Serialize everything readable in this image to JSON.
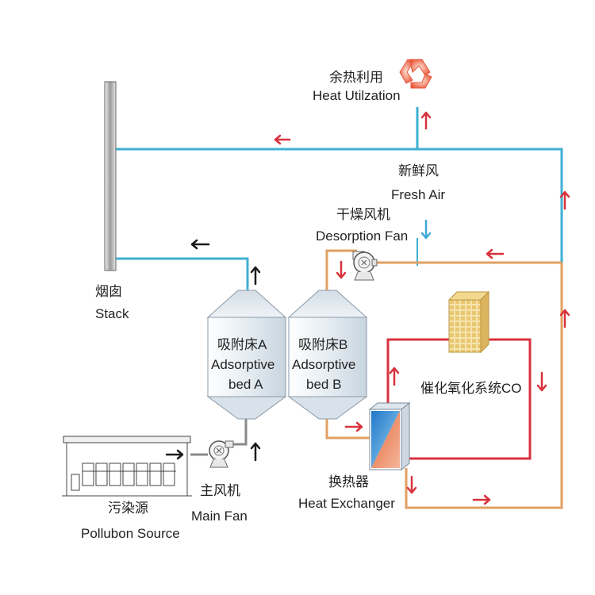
{
  "labels": {
    "heat_util_cn": "余热利用",
    "heat_util_en": "Heat Utilzation",
    "fresh_air_cn": "新鲜风",
    "fresh_air_en": "Fresh Air",
    "desorption_fan_cn": "干燥风机",
    "desorption_fan_en": "Desorption Fan",
    "stack_cn": "烟囱",
    "stack_en": "Stack",
    "bed_a_cn": "吸附床A",
    "bed_a_en1": "Adsorptive",
    "bed_a_en2": "bed A",
    "bed_b_cn": "吸附床B",
    "bed_b_en1": "Adsorptive",
    "bed_b_en2": "bed B",
    "co_system": "催化氧化系统CO",
    "heat_exchanger_cn": "换热器",
    "heat_exchanger_en": "Heat Exchanger",
    "main_fan_cn": "主风机",
    "main_fan_en": "Main Fan",
    "pollution_cn": "污染源",
    "pollution_en": "Pollubon Source"
  },
  "colors": {
    "cyan_pipe": "#3fb0d2",
    "orange_pipe": "#e1a062",
    "red_pipe": "#d8323c",
    "gray_pipe": "#8a8a8a",
    "arrow_red": "#d8323c",
    "arrow_black": "#1a1a1a",
    "arrow_blue": "#3fa6d8"
  },
  "icons": {
    "recycle": "recycle-icon",
    "fan": "fan-icon",
    "catalyst": "catalyst-block-icon"
  }
}
